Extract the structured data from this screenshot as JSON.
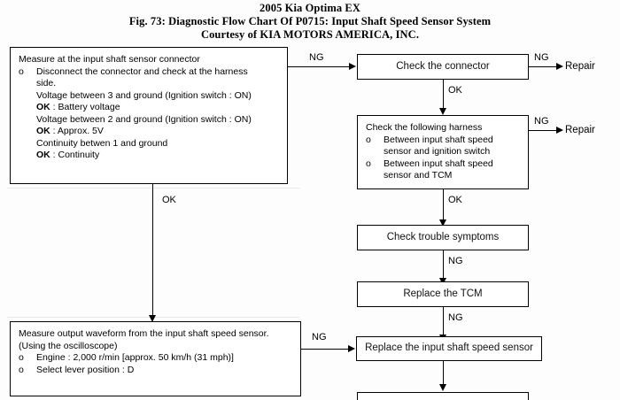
{
  "header": {
    "line1": "2005 Kia Optima EX",
    "line2": "Fig. 73: Diagnostic Flow Chart Of P0715: Input Shaft Speed Sensor System",
    "line3": "Courtesy of KIA MOTORS AMERICA, INC."
  },
  "chart_data": {
    "type": "diagram",
    "title": "Fig. 73: Diagnostic Flow Chart Of P0715: Input Shaft Speed Sensor System",
    "nodes": [
      {
        "id": "measure-connector",
        "label": "Measure at the input shaft sensor connector",
        "bullet": "Disconnect the connector and check at the harness side.",
        "lines": [
          "Voltage between 3 and ground (Ignition switch : ON)",
          "Voltage between 2 and ground (Ignition switch : ON)",
          "Continuity betwen 1 and ground"
        ],
        "results": [
          "OK : Battery voltage",
          "OK : Approx. 5V",
          "OK : Continuity"
        ]
      },
      {
        "id": "check-connector",
        "label": "Check the connector"
      },
      {
        "id": "check-harness",
        "label": "Check the following harness",
        "bullets": [
          "Between input shaft speed sensor and ignition switch",
          "Between input shaft speed sensor and TCM"
        ]
      },
      {
        "id": "check-trouble-symptoms",
        "label": "Check trouble symptoms"
      },
      {
        "id": "replace-tcm",
        "label": "Replace the TCM"
      },
      {
        "id": "replace-sensor",
        "label": "Replace the input shaft speed sensor"
      },
      {
        "id": "measure-waveform",
        "label": "Measure output waveform from the input shaft speed sensor.",
        "sublabel": "(Using the oscilloscope)",
        "bullets": [
          "Engine : 2,000 r/min [approx. 50 km/h (31 mph)]",
          "Select lever position : D"
        ]
      },
      {
        "id": "cropped-bottom-node",
        "label": ""
      },
      {
        "id": "repair-1",
        "label": "Repair"
      },
      {
        "id": "repair-2",
        "label": "Repair"
      }
    ],
    "edges": [
      {
        "from": "measure-connector",
        "to": "check-connector",
        "label": "NG"
      },
      {
        "from": "check-connector",
        "to": "repair-1",
        "label": "NG"
      },
      {
        "from": "check-connector",
        "to": "check-harness",
        "label": "OK"
      },
      {
        "from": "check-harness",
        "to": "repair-2",
        "label": "NG"
      },
      {
        "from": "check-harness",
        "to": "check-trouble-symptoms",
        "label": "OK"
      },
      {
        "from": "check-trouble-symptoms",
        "to": "replace-tcm",
        "label": "NG"
      },
      {
        "from": "replace-tcm",
        "to": "replace-sensor",
        "label": "NG"
      },
      {
        "from": "measure-connector",
        "to": "measure-waveform",
        "label": "OK"
      },
      {
        "from": "measure-waveform",
        "to": "replace-sensor",
        "label": "NG"
      },
      {
        "from": "replace-sensor",
        "to": "cropped-bottom-node",
        "label": ""
      }
    ]
  },
  "box1": {
    "title": "Measure at the input shaft sensor connector",
    "bullet_mark": "o",
    "bullet_text": "Disconnect the connector and check at the harness",
    "bullet_text2": "side.",
    "l1": "Voltage between 3 and ground (Ignition switch : ON)",
    "l2_ok": "OK",
    "l2_rest": " : Battery voltage",
    "l3": "Voltage between 2 and ground (Ignition switch : ON)",
    "l4_ok": "OK",
    "l4_rest": " : Approx. 5V",
    "l5": "Continuity betwen 1 and ground",
    "l6_ok": "OK",
    "l6_rest": " : Continuity"
  },
  "box_connector": {
    "label": "Check the connector"
  },
  "box_harness": {
    "title": "Check the following harness",
    "b1_mark": "o",
    "b1_a": "Between input shaft speed",
    "b1_b": "sensor and ignition switch",
    "b2_mark": "o",
    "b2_a": "Between input shaft speed",
    "b2_b": "sensor and TCM"
  },
  "box_symptoms": {
    "label": "Check trouble symptoms"
  },
  "box_tcm": {
    "label": "Replace the TCM"
  },
  "box_sensor": {
    "label": "Replace the input shaft speed sensor"
  },
  "box_waveform": {
    "l1": "Measure output waveform from the input shaft speed sensor.",
    "l2": "(Using the oscilloscope)",
    "b1_mark": "o",
    "b1": "Engine : 2,000 r/min [approx. 50 km/h (31 mph)]",
    "b2_mark": "o",
    "b2": "Select lever position : D"
  },
  "labels": {
    "ng1": "NG",
    "ng2": "NG",
    "ng3": "NG",
    "ng4": "NG",
    "ng5": "NG",
    "ok1": "OK",
    "ok2": "OK",
    "ok3": "OK",
    "repair1": "Repair",
    "repair2": "Repair"
  }
}
